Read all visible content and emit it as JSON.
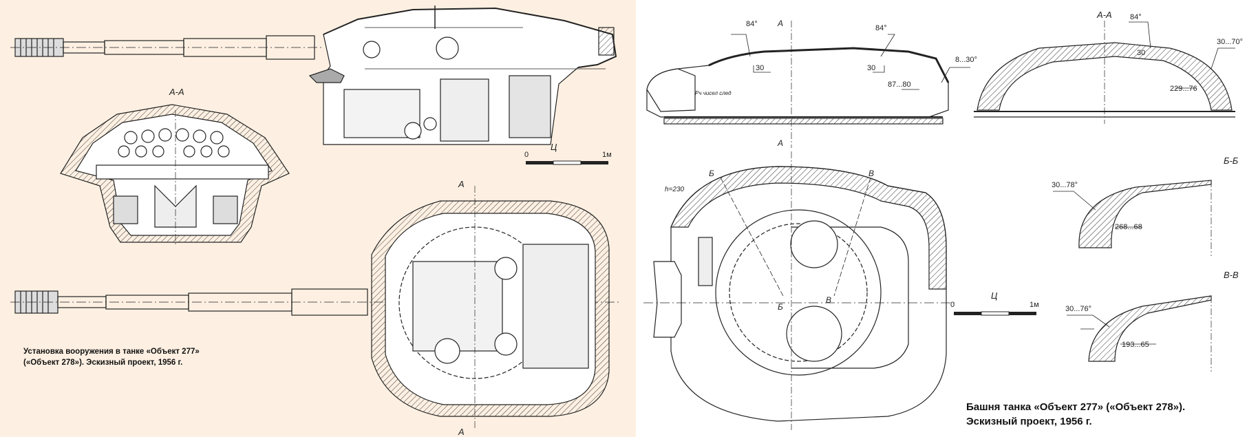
{
  "left_figure": {
    "caption_line1": "Установка вооружения в танке «Объект 277»",
    "caption_line2": "(«Объект 278»). Эскизный проект, 1956 г.",
    "section_label": "А-А",
    "cut_marker": "А",
    "scale_zero": "0",
    "scale_end": "1м"
  },
  "right_figure": {
    "caption_line1": "Башня танка «Объект 277» («Объект 278»).",
    "caption_line2": "Эскизный проект, 1956 г.",
    "section_aa": "А-А",
    "section_bb": "Б-Б",
    "section_vv": "В-В",
    "marker_a": "А",
    "marker_b": "Б",
    "marker_v": "В",
    "h_note": "h=230",
    "hull_note": "Рч чисел след",
    "scale_zero": "0",
    "scale_end": "1м",
    "dimensions": {
      "side_angle_left": "84°",
      "side_angle_right": "84°",
      "side_thk_left": "30",
      "side_thk_right": "30",
      "side_rear_angle": "8...30°",
      "side_rear_thk": "87...80",
      "aa_angle": "84°",
      "aa_thk_top": "30",
      "aa_side_angle": "30...70°",
      "aa_side_thk": "229...76",
      "bb_angle": "30...78°",
      "bb_thk": "268...68",
      "vv_angle": "30...76°",
      "vv_thk": "193...65"
    }
  }
}
